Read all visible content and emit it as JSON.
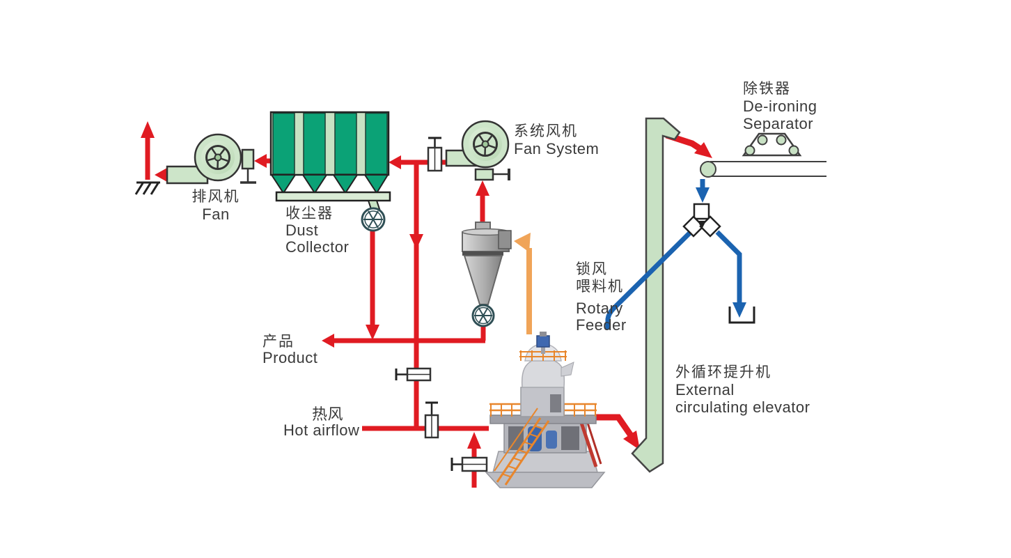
{
  "colors": {
    "flow_red": "#e01b22",
    "flow_blue": "#1b63b0",
    "flow_orange": "#f0a458",
    "equipment_green_dark": "#0ba276",
    "equipment_green_light": "#cbe3c6",
    "text": "#3a3a3a"
  },
  "labels": {
    "exhaust_fan": {
      "zh": "排风机",
      "en": "Fan"
    },
    "dust_collector": {
      "zh": "收尘器",
      "en_line1": "Dust",
      "en_line2": "Collector"
    },
    "system_fan": {
      "zh": "系统风机",
      "en": "Fan System"
    },
    "de_ironing": {
      "zh": "除铁器",
      "en_line1": "De-ironing",
      "en_line2": "Separator"
    },
    "rotary_feeder": {
      "zh_line1": "锁风",
      "zh_line2": "喂料机",
      "en_line1": "Rotary",
      "en_line2": "Feeder"
    },
    "product": {
      "zh": "产品",
      "en": "Product"
    },
    "hot_airflow": {
      "zh": "热风",
      "en": "Hot airflow"
    },
    "elevator": {
      "zh": "外循环提升机",
      "en_line1": "External",
      "en_line2": "circulating elevator"
    }
  },
  "equipment_icons": [
    "exhaust-fan-icon",
    "dust-collector-icon",
    "system-fan-icon",
    "cyclone-separator-icon",
    "rotary-valve-icon",
    "de-ironing-separator-icon",
    "belt-conveyor-icon",
    "two-way-splitter-icon",
    "collection-bucket-icon",
    "external-elevator-icon",
    "vertical-mill-icon",
    "damper-valve-icon",
    "stack-ground-icon"
  ]
}
